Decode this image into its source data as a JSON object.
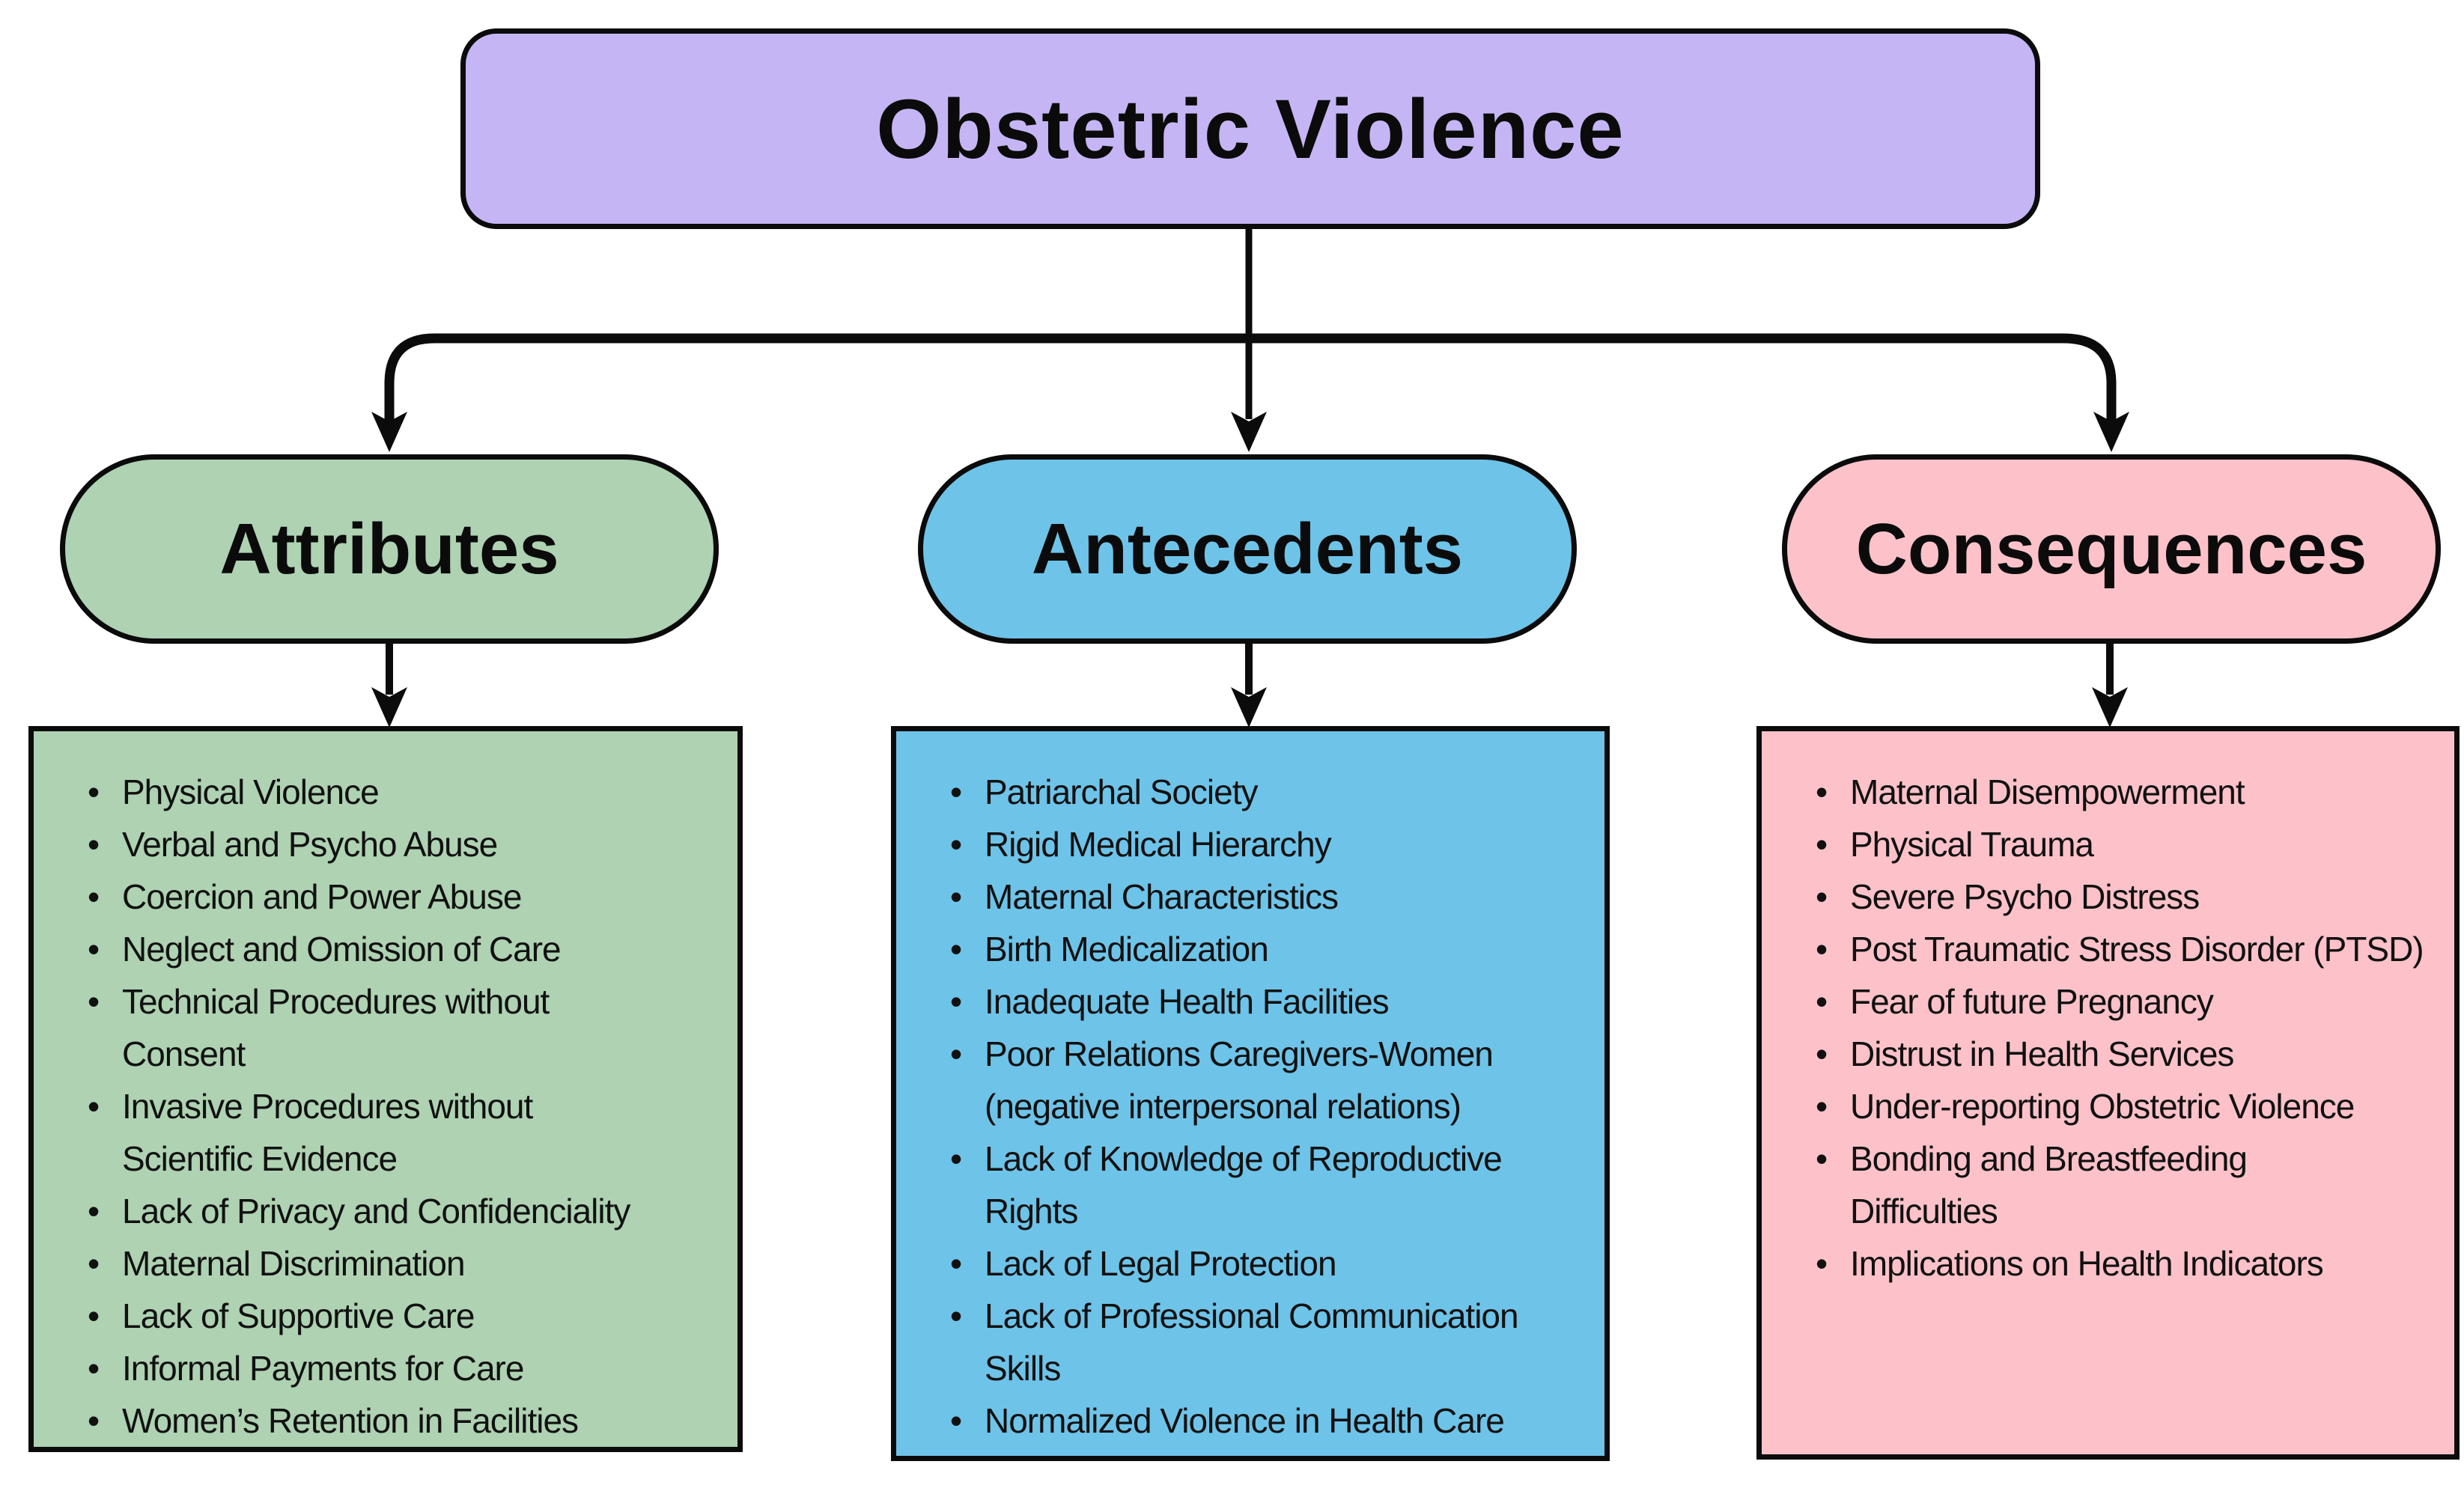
{
  "title": "Obstetric Violence",
  "title_color": "#c6b5f5",
  "line_color": "#0b0b0b",
  "branches": [
    {
      "id": "attributes",
      "label": "Attributes",
      "color": "#aed2b2",
      "items": [
        "Physical Violence",
        "Verbal and Psycho Abuse",
        "Coercion and Power Abuse",
        "Neglect and Omission of Care",
        "Technical Procedures without\nConsent",
        "Invasive Procedures without\nScientific Evidence",
        "Lack of Privacy and Confidenciality",
        "Maternal Discrimination",
        "Lack of Supportive Care",
        "Informal Payments for Care",
        "Women’s Retention in Facilities"
      ]
    },
    {
      "id": "antecedents",
      "label": "Antecedents",
      "color": "#6ec3e8",
      "items": [
        "Patriarchal Society",
        "Rigid Medical Hierarchy",
        "Maternal Characteristics",
        "Birth Medicalization",
        "Inadequate Health Facilities",
        "Poor Relations Caregivers-Women\n(negative interpersonal relations)",
        "Lack of Knowledge of Reproductive\nRights",
        "Lack of Legal Protection",
        "Lack of Professional Communication\nSkills",
        "Normalized Violence in Health Care"
      ]
    },
    {
      "id": "consequences",
      "label": "Consequences",
      "color": "#fdc2c9",
      "items": [
        "Maternal Disempowerment",
        "Physical Trauma",
        "Severe Psycho Distress",
        "Post Traumatic Stress Disorder (PTSD)",
        "Fear of future Pregnancy",
        "Distrust in Health Services",
        "Under-reporting Obstetric Violence",
        "Bonding and Breastfeeding\nDifficulties",
        "Implications on Health Indicators"
      ]
    }
  ]
}
